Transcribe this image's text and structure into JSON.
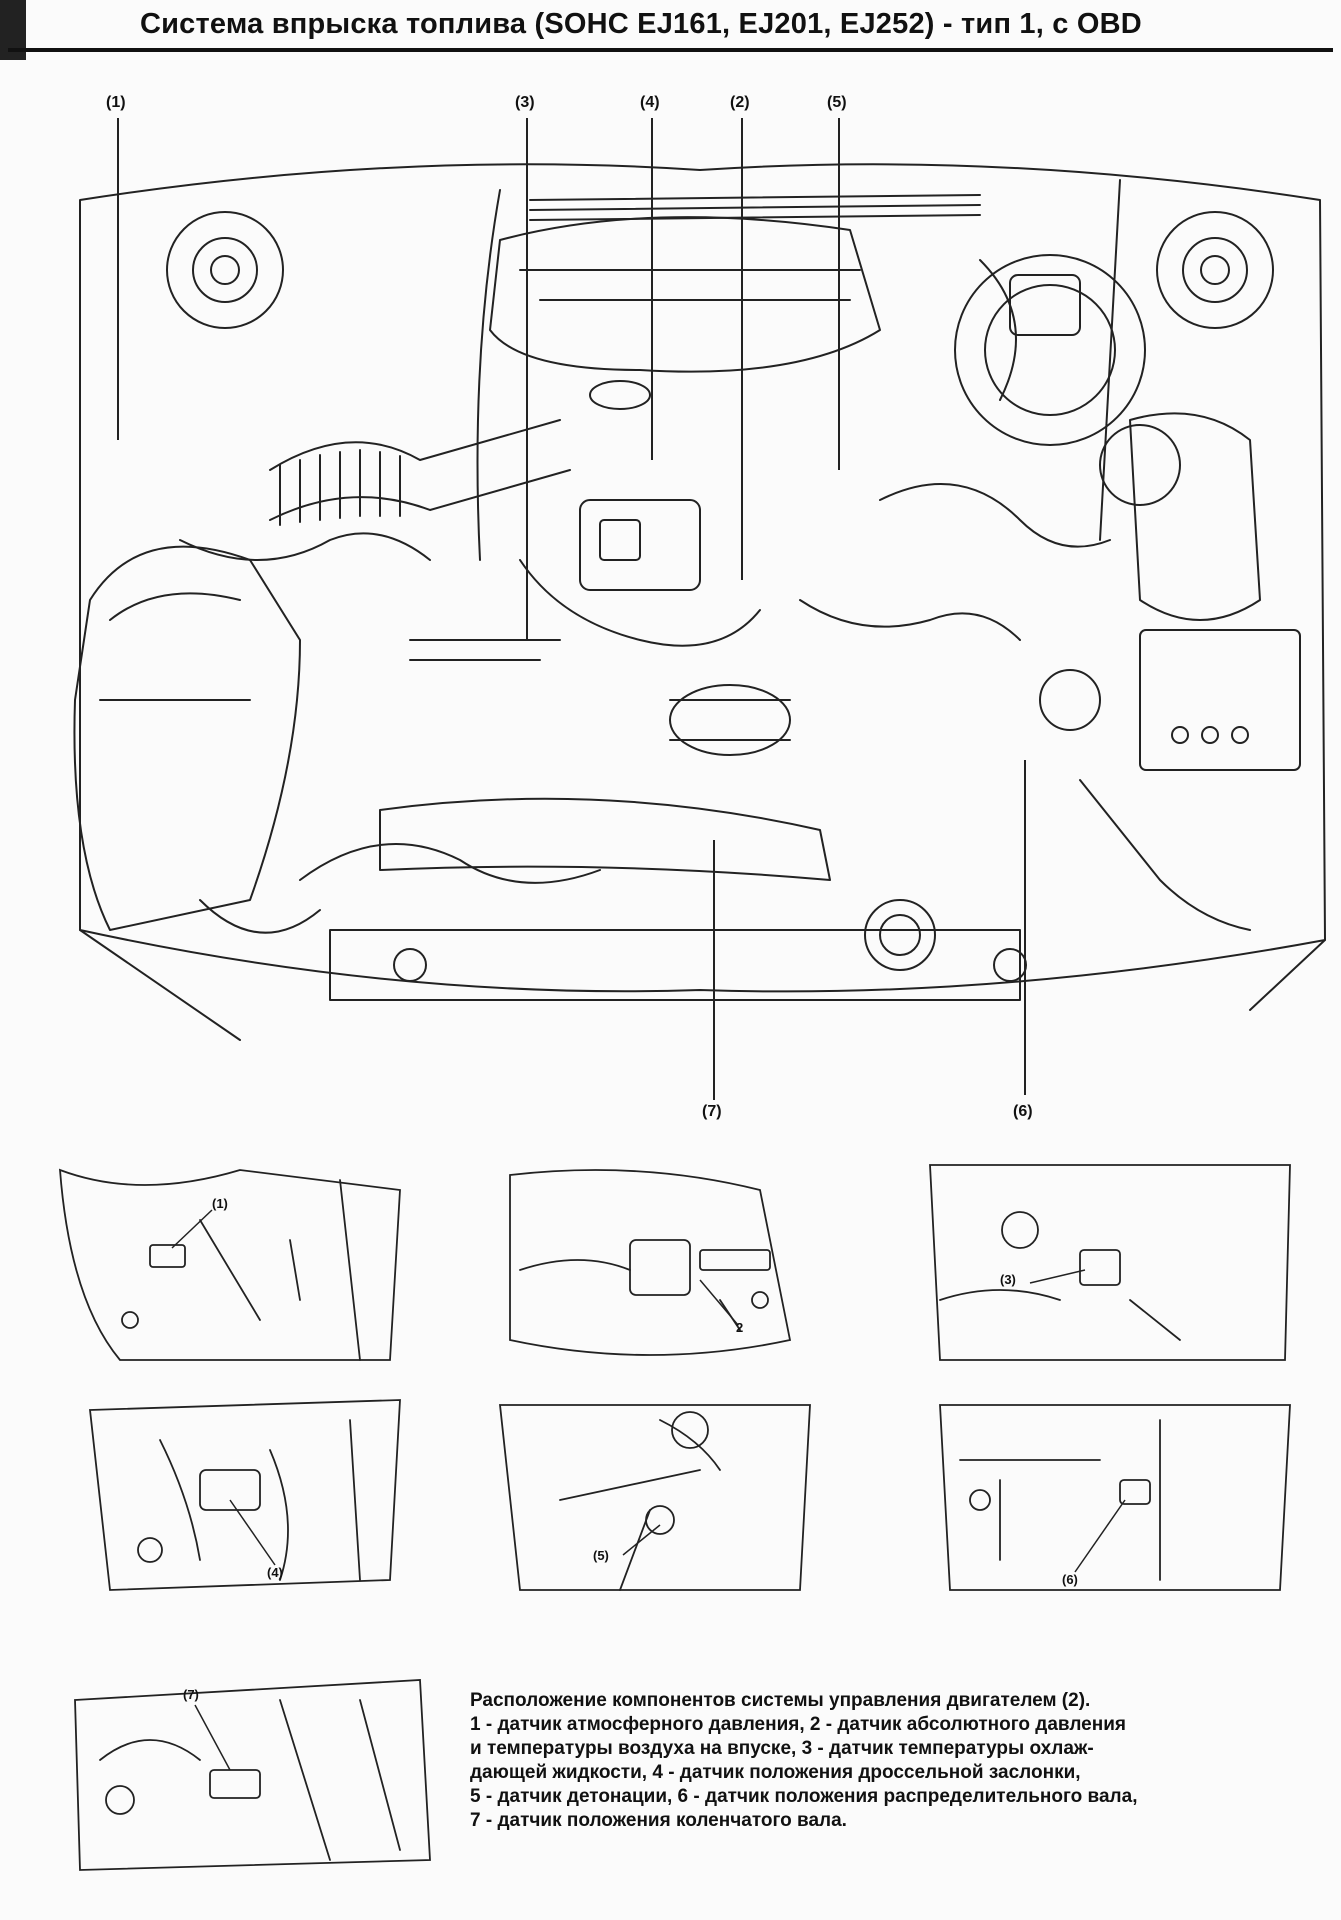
{
  "title": "Система впрыска топлива (SOHC EJ161, EJ201, EJ252) - тип 1, с OBD",
  "main_callouts": [
    "(1)",
    "(3)",
    "(4)",
    "(2)",
    "(5)",
    "(7)",
    "(6)"
  ],
  "detail_callouts": {
    "d1": "(1)",
    "d2": "2",
    "d3": "(3)",
    "d4": "(4)",
    "d5": "(5)",
    "d6": "(6)",
    "d7": "(7)"
  },
  "caption": {
    "heading": "Расположение компонентов системы управления двигателем (2).",
    "lines": [
      "1 - датчик атмосферного давления, 2 - датчик абсолютного давления",
      "и температуры воздуха на впуске, 3 - датчик температуры охлаж-",
      "дающей жидкости, 4 - датчик положения дроссельной заслонки,",
      "5 - датчик детонации, 6 - датчик положения распределительного вала,",
      "7 - датчик положения коленчатого вала."
    ]
  }
}
